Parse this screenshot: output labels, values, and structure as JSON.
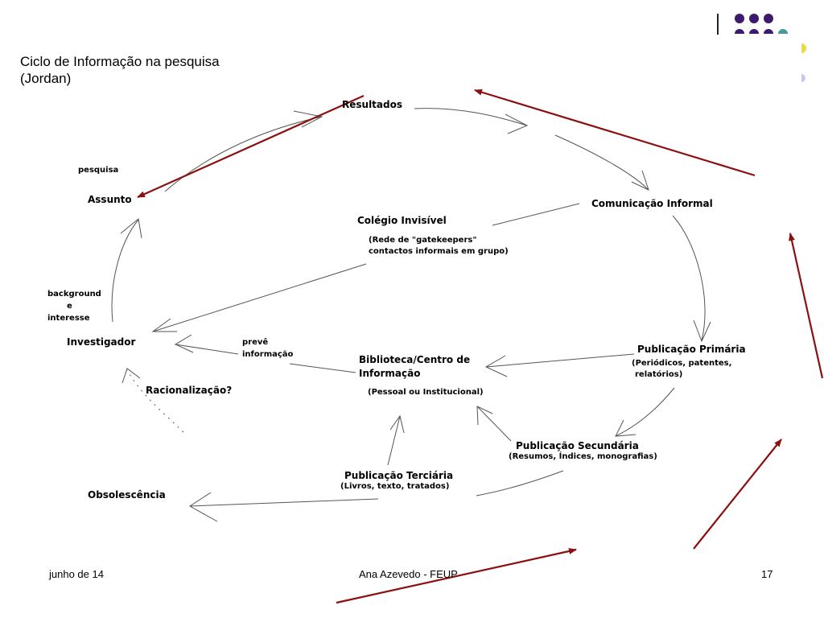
{
  "slide": {
    "title_line1": "Ciclo de Informação na pesquisa",
    "title_line2": "(Jordan)"
  },
  "nodes": {
    "resultados": "Resultados",
    "comunicacao_informal": "Comunicação Informal",
    "colegio_invisivel": "Colégio Invisível",
    "colegio_sub1": "(Rede de \"gatekeepers\"",
    "colegio_sub2": "contactos informais em grupo)",
    "pesquisa": "pesquisa",
    "assunto": "Assunto",
    "background1": "background",
    "background2": "e",
    "background3": "interesse",
    "investigador": "Investigador",
    "preve1": "prevê",
    "preve2": "informação",
    "biblioteca1": "Biblioteca/Centro de",
    "biblioteca2": "Informação",
    "biblioteca_sub": "(Pessoal ou Institucional)",
    "racionalizacao": "Racionalização?",
    "pub_primaria": "Publicação Primária",
    "pub_primaria_sub1": "(Periódicos, patentes,",
    "pub_primaria_sub2": "relatórios)",
    "pub_secundaria": "Publicação Secundária",
    "pub_secundaria_sub": "(Resumos, Índices, monografias)",
    "pub_terciaria": "Publicação Terciária",
    "pub_terciaria_sub": "(Livros, texto, tratados)",
    "obsolescencia": "Obsolescência"
  },
  "footer": {
    "date": "junho de 14",
    "author": "Ana Azevedo - FEUP",
    "page": "17"
  },
  "colors": {
    "accent_purple": "#3d1a6e",
    "accent_teal": "#4a9a9a",
    "accent_yellow": "#e8d84a",
    "accent_lavender": "#c8c8ee",
    "annotation_red": "#8b1010",
    "diagram_line": "#555555"
  }
}
